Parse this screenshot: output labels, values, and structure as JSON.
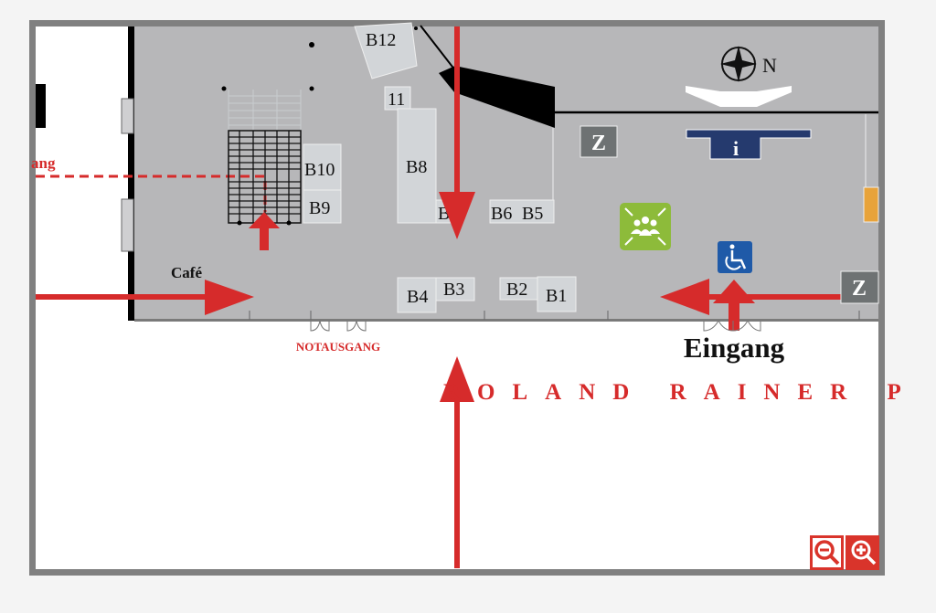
{
  "map": {
    "labels": {
      "eingang_partial": "ang",
      "cafe": "Café",
      "notausgang": "NOTAUSGANG",
      "eingang": "Eingang",
      "street": "ROLAND RAINER P",
      "north": "N",
      "info": "i",
      "storage": "Z"
    },
    "booths": [
      "B12",
      "11",
      "B10",
      "B9",
      "B8",
      "B",
      "B6",
      "B5",
      "B4",
      "B3",
      "B2",
      "B1"
    ],
    "colors": {
      "floor": "#b7b7b9",
      "route": "#d62b2b",
      "info_desk": "#253a6e",
      "assembly": "#8dbb3a",
      "accessible": "#1f5aa8",
      "storage": "#6e7273",
      "orange": "#e8a33a"
    }
  },
  "controls": {
    "zoom_out_icon": "zoom-out-icon",
    "zoom_in_icon": "zoom-in-icon"
  }
}
